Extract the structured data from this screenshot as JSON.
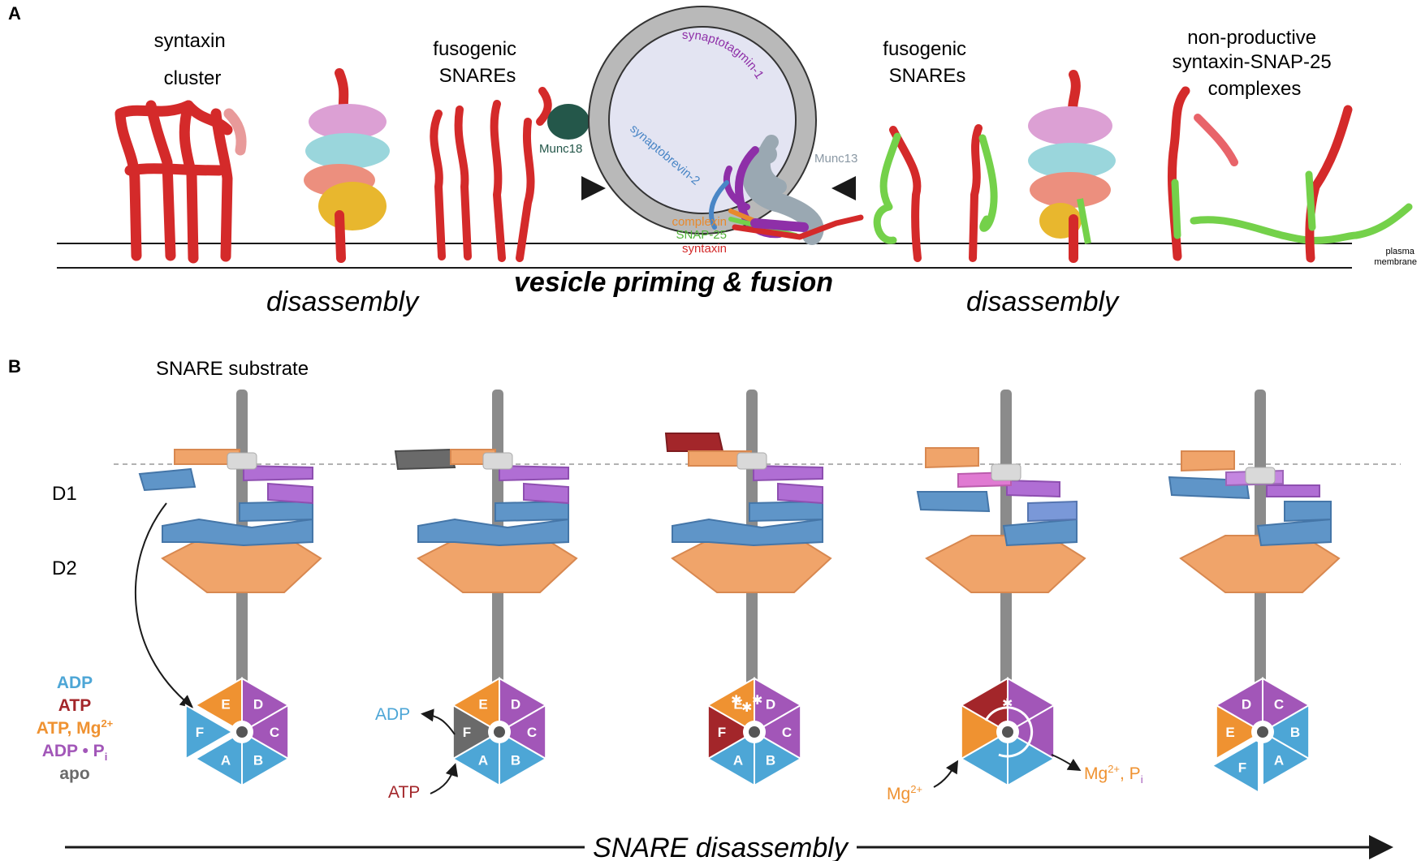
{
  "panel_a": {
    "letter": "A",
    "left_cluster_label": [
      "syntaxin",
      "cluster"
    ],
    "left_fusogenic_label": [
      "fusogenic",
      "SNAREs"
    ],
    "munc18_label": "Munc18",
    "right_fusogenic_label": [
      "fusogenic",
      "SNAREs"
    ],
    "nonproductive_label": [
      "non-productive",
      "syntaxin-SNAP-25",
      "complexes"
    ],
    "synaptotagmin_label": "synaptotagmin-1",
    "synaptobrevin_label": "synaptobrevin-2",
    "munc13_label": "Munc13",
    "complexin_label": "complexin",
    "snap25_label": "SNAP-25",
    "syntaxin_label": "syntaxin",
    "plasma_label": [
      "plasma",
      "membrane"
    ],
    "disassembly_left": "disassembly",
    "center_caption": "vesicle priming & fusion",
    "disassembly_right": "disassembly"
  },
  "panel_b": {
    "letter": "B",
    "substrate_label": "SNARE substrate",
    "d1_label": "D1",
    "d2_label": "D2",
    "legend": {
      "adp": "ADP",
      "atp": "ATP",
      "atp_mg": "ATP, Mg",
      "atp_mg_sup": "2+",
      "adp_pi": "ADP • P",
      "adp_pi_sub": "i",
      "apo": "apo"
    },
    "annotations": {
      "adp_release": "ADP",
      "atp_bind": "ATP",
      "mg_in": "Mg",
      "mg_in_sup": "2+",
      "mg_out": "Mg",
      "mg_out_sup": "2+",
      "mg_out_pi": ", P",
      "mg_out_pi_sub": "i"
    },
    "hex_letters": [
      "A",
      "B",
      "C",
      "D",
      "E",
      "F"
    ],
    "caption": "SNARE disassembly"
  },
  "colors": {
    "adp_blue": "#4da6d6",
    "atp_red": "#a3262a",
    "atp_mg_orange": "#ef9231",
    "adp_pi_purple": "#a256b8",
    "apo_gray": "#6a6a6a",
    "syntaxin_red": "#d42a2a",
    "snap25_green": "#74d14a",
    "munc18_green": "#24574a",
    "munc13_gray": "#9aa8b2",
    "complexin_orange": "#e8892c",
    "synaptobrevin_blue": "#4a86c6",
    "synaptotagmin_purple": "#8e2fa8"
  }
}
